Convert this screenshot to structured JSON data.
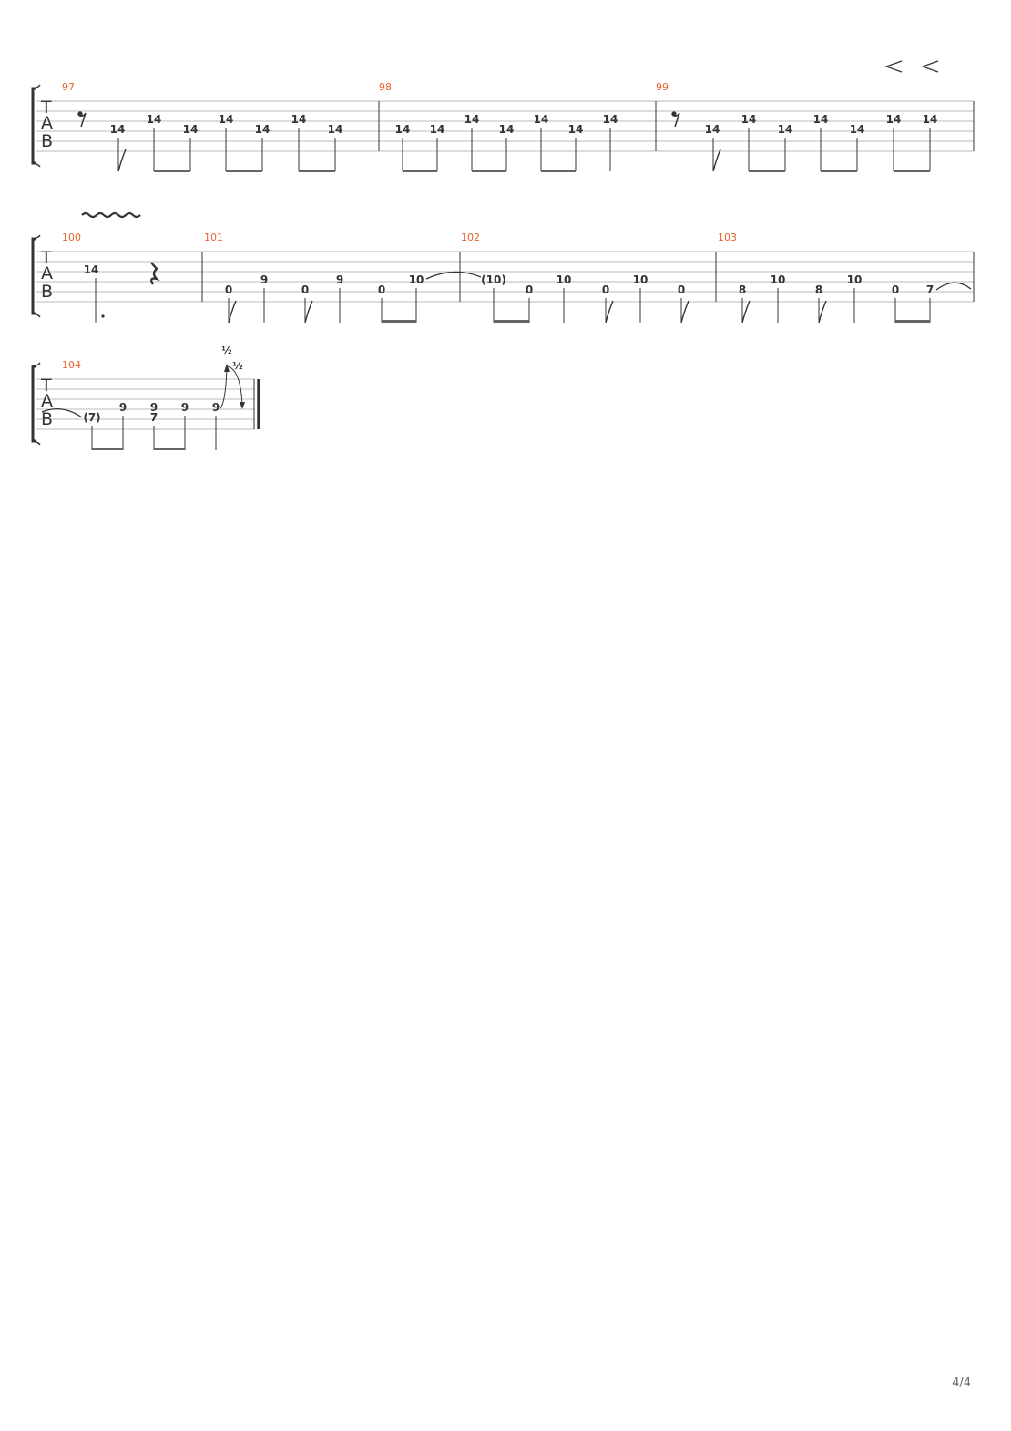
{
  "page_number": "4/4",
  "colors": {
    "measure_number": "#e8622c",
    "staff_line": "#bbbbbb",
    "ink": "#333333"
  },
  "tab_clef": [
    "T",
    "A",
    "B"
  ],
  "bend_label": "½",
  "systems": [
    {
      "measures": [
        {
          "number": "97",
          "notes": [
            {
              "fret": "14",
              "string": 4
            },
            {
              "fret": "14",
              "string": 3
            },
            {
              "fret": "14",
              "string": 4
            },
            {
              "fret": "14",
              "string": 3
            },
            {
              "fret": "14",
              "string": 4
            },
            {
              "fret": "14",
              "string": 3
            },
            {
              "fret": "14",
              "string": 4
            }
          ]
        },
        {
          "number": "98",
          "notes": [
            {
              "fret": "14",
              "string": 4
            },
            {
              "fret": "14",
              "string": 4
            },
            {
              "fret": "14",
              "string": 3
            },
            {
              "fret": "14",
              "string": 4
            },
            {
              "fret": "14",
              "string": 3
            },
            {
              "fret": "14",
              "string": 4
            },
            {
              "fret": "14",
              "string": 3
            }
          ]
        },
        {
          "number": "99",
          "notes": [
            {
              "fret": "14",
              "string": 4
            },
            {
              "fret": "14",
              "string": 3
            },
            {
              "fret": "14",
              "string": 4
            },
            {
              "fret": "14",
              "string": 3
            },
            {
              "fret": "14",
              "string": 4
            },
            {
              "fret": "14",
              "string": 3
            },
            {
              "fret": "14",
              "string": 3
            }
          ]
        }
      ]
    },
    {
      "measures": [
        {
          "number": "100",
          "notes": [
            {
              "fret": "14",
              "string": 3
            }
          ]
        },
        {
          "number": "101",
          "notes": [
            {
              "fret": "0",
              "string": 5
            },
            {
              "fret": "9",
              "string": 4
            },
            {
              "fret": "0",
              "string": 5
            },
            {
              "fret": "9",
              "string": 4
            },
            {
              "fret": "0",
              "string": 5
            },
            {
              "fret": "10",
              "string": 4
            }
          ]
        },
        {
          "number": "102",
          "notes": [
            {
              "fret": "(10)",
              "string": 4
            },
            {
              "fret": "0",
              "string": 5
            },
            {
              "fret": "10",
              "string": 4
            },
            {
              "fret": "0",
              "string": 5
            },
            {
              "fret": "10",
              "string": 4
            },
            {
              "fret": "0",
              "string": 5
            }
          ]
        },
        {
          "number": "103",
          "notes": [
            {
              "fret": "8",
              "string": 5
            },
            {
              "fret": "10",
              "string": 4
            },
            {
              "fret": "8",
              "string": 5
            },
            {
              "fret": "10",
              "string": 4
            },
            {
              "fret": "0",
              "string": 5
            },
            {
              "fret": "7",
              "string": 5
            }
          ]
        }
      ]
    },
    {
      "measures": [
        {
          "number": "104",
          "notes": [
            {
              "fret": "(7)",
              "string": 5
            },
            {
              "fret": "9",
              "string": 4
            },
            {
              "fret": "9",
              "string": 4
            },
            {
              "fret": "7",
              "string": 5
            },
            {
              "fret": "9",
              "string": 4
            },
            {
              "fret": "9",
              "string": 4
            }
          ]
        }
      ]
    }
  ]
}
